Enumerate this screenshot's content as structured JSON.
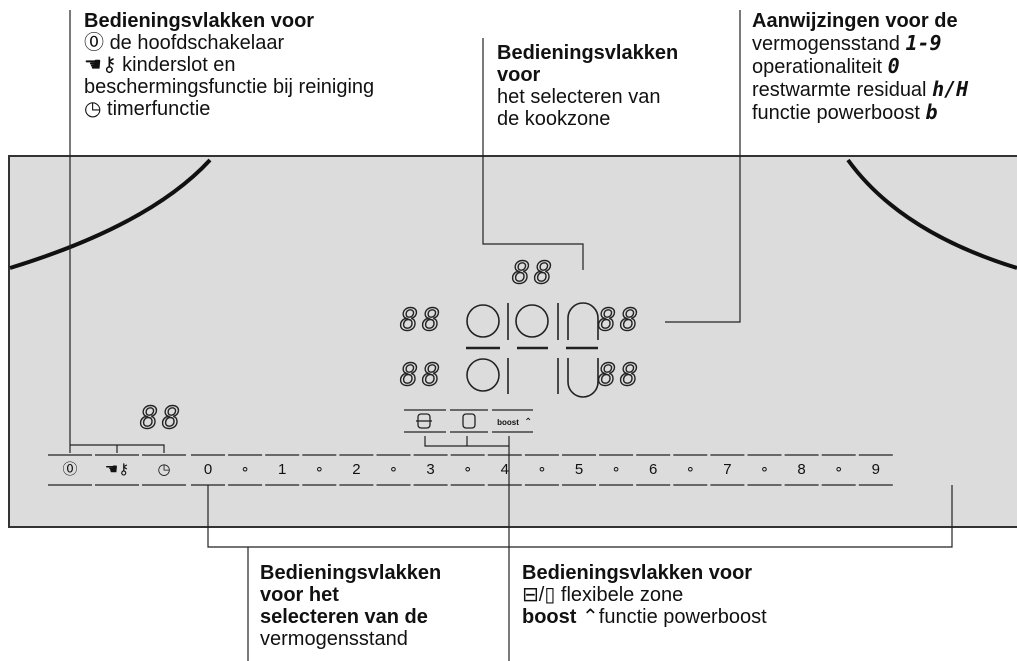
{
  "callouts": {
    "main_controls": {
      "title": "Bedieningsvlakken voor",
      "line1": "de hoofdschakelaar",
      "line2": "kinderslot en",
      "line3": "beschermingsfunctie bij reiniging",
      "line4": "timerfunctie"
    },
    "zone_select": {
      "title1": "Bedieningsvlakken",
      "title2": "voor",
      "line1": "het selecteren van",
      "line2": "de kookzone"
    },
    "indicators": {
      "title": "Aanwijzingen voor de",
      "line1": "vermogensstand",
      "line1_symbol": "1-9",
      "line2": "operationaliteit",
      "line2_symbol": "0",
      "line3": "restwarmte residual",
      "line3_symbol": "h/H",
      "line4": "functie powerboost",
      "line4_symbol": "b"
    },
    "power_level": {
      "title1": "Bedieningsvlakken",
      "title2": "voor het",
      "title3": "selecteren van de",
      "line1": "vermogensstand"
    },
    "flex_boost": {
      "title": "Bedieningsvlakken voor",
      "line1": "flexibele zone",
      "boost_word": "boost",
      "line2": "functie powerboost"
    }
  },
  "displays": {
    "digit_pair": "88"
  },
  "keys": {
    "main_switch_icon": "power-switch-icon",
    "lock_icon": "childlock-key-icon",
    "timer_icon": "timer-clock-icon",
    "boost_label": "boost",
    "numbers": [
      "0",
      "1",
      "2",
      "3",
      "4",
      "5",
      "6",
      "7",
      "8",
      "9"
    ],
    "dot": "∘"
  },
  "colors": {
    "panel": "#dcdcdc",
    "ink": "#111111"
  }
}
